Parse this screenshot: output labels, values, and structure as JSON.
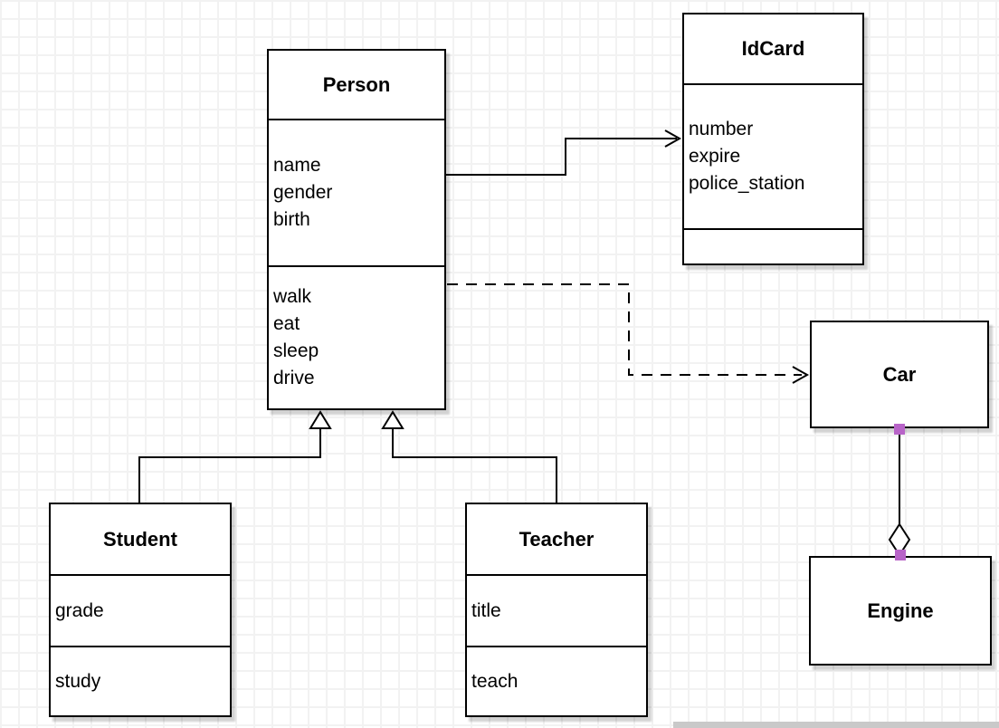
{
  "diagram": {
    "type": "uml-class-diagram",
    "classes": {
      "person": {
        "title": "Person",
        "attributes": [
          "name",
          "gender",
          "birth"
        ],
        "methods": [
          "walk",
          "eat",
          "sleep",
          "drive"
        ]
      },
      "idcard": {
        "title": "IdCard",
        "attributes": [
          "number",
          "expire",
          "police_station"
        ],
        "methods": []
      },
      "car": {
        "title": "Car",
        "attributes": [],
        "methods": []
      },
      "engine": {
        "title": "Engine",
        "attributes": [],
        "methods": []
      },
      "student": {
        "title": "Student",
        "attributes": [
          "grade"
        ],
        "methods": [
          "study"
        ]
      },
      "teacher": {
        "title": "Teacher",
        "attributes": [
          "title"
        ],
        "methods": [
          "teach"
        ]
      }
    },
    "relations": [
      {
        "from": "Person",
        "to": "IdCard",
        "type": "association",
        "line": "solid",
        "arrow": "open"
      },
      {
        "from": "Person",
        "to": "Car",
        "type": "dependency",
        "line": "dashed",
        "arrow": "open"
      },
      {
        "from": "Student",
        "to": "Person",
        "type": "generalization",
        "line": "solid",
        "arrow": "hollow-triangle"
      },
      {
        "from": "Teacher",
        "to": "Person",
        "type": "generalization",
        "line": "solid",
        "arrow": "hollow-triangle"
      },
      {
        "from": "Car",
        "to": "Engine",
        "type": "aggregation",
        "line": "solid",
        "arrow": "hollow-diamond"
      }
    ],
    "colors": {
      "line": "#000000",
      "box_fill": "#ffffff",
      "box_shadow": "#c8c8c8",
      "grid_line": "#f2f2f2",
      "endpoint_handle": "#b864c8",
      "background": "#ffffff"
    }
  }
}
